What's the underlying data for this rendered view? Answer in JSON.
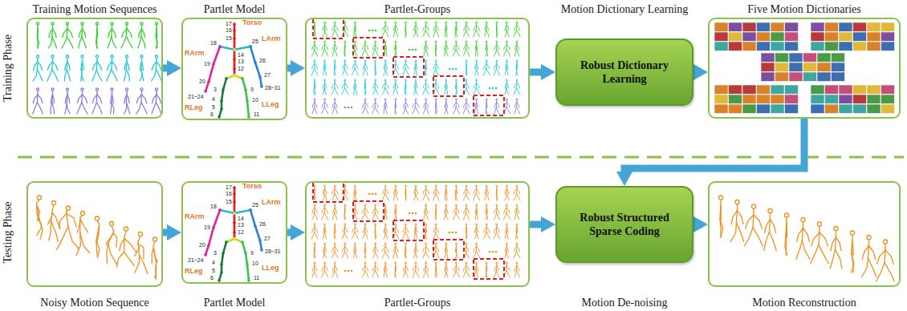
{
  "diagram": {
    "nodes": [
      {
        "text": [
          "Training Motion Sequences"
        ]
      },
      {
        "text": [
          "Partlet Model"
        ]
      },
      {
        "text": [
          "Partlet-Groups"
        ]
      },
      {
        "text": [
          "Motion Dictionary Learning",
          "Robust Dictionary Learning"
        ]
      },
      {
        "text": [
          "Five Motion Dictionaries"
        ]
      },
      {
        "text": [
          "Noisy Motion Sequence"
        ]
      },
      {
        "text": [
          "Partlet Model"
        ]
      },
      {
        "text": [
          "Partlet-Groups"
        ]
      },
      {
        "text": [
          "Robust Structured Sparse Coding",
          "Motion De-noising"
        ]
      },
      {
        "text": [
          "Motion Reconstruction"
        ]
      }
    ],
    "edges": [
      {
        "from": 0,
        "to": 1,
        "arrow": "to"
      },
      {
        "from": 1,
        "to": 2,
        "arrow": "to"
      },
      {
        "from": 2,
        "to": 3,
        "arrow": "to"
      },
      {
        "from": 3,
        "to": 4,
        "arrow": "to"
      },
      {
        "from": 4,
        "to": 8,
        "arrow": "to"
      },
      {
        "from": 5,
        "to": 6,
        "arrow": "to"
      },
      {
        "from": 6,
        "to": 7,
        "arrow": "to"
      },
      {
        "from": 7,
        "to": 8,
        "arrow": "to"
      },
      {
        "from": 8,
        "to": 9,
        "arrow": "to"
      }
    ],
    "labels": [
      "Training Phase",
      "Testing Phase",
      "Torso",
      "RArm",
      "LArm",
      "RLeg",
      "LLeg",
      "17",
      "16",
      "15",
      "18",
      "25",
      "14",
      "13",
      "12",
      "19",
      "26",
      "20",
      "27",
      "21~24",
      "28~31",
      "3",
      "9",
      "4",
      "10",
      "5",
      "6",
      "11",
      "Torso",
      "RArm",
      "LArm",
      "RLeg",
      "LLeg",
      "17",
      "16",
      "15",
      "18",
      "25",
      "14",
      "13",
      "12",
      "19",
      "26",
      "20",
      "27",
      "21~24",
      "28~31",
      "3",
      "9",
      "4",
      "10",
      "5",
      "6",
      "11"
    ]
  }
}
